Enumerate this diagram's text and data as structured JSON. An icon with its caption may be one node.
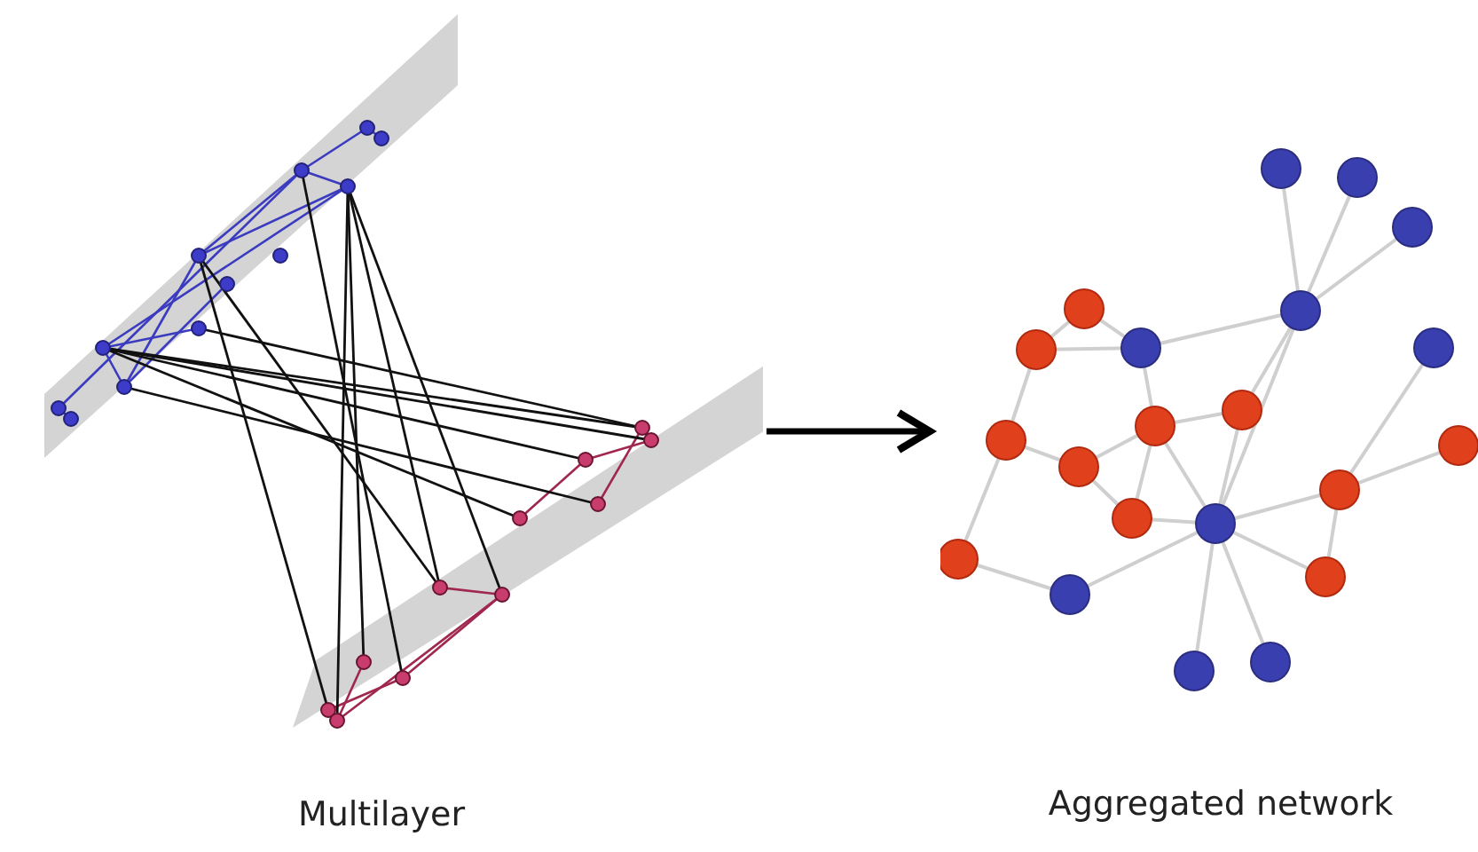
{
  "diagram": {
    "nodes": [
      {
        "text": [],
        "shape": "picture",
        "beside": [
          "Multilayer"
        ]
      },
      {
        "text": [],
        "shape": "picture",
        "beside": [
          "Aggregated network"
        ]
      }
    ],
    "edges": [
      {
        "from": 0,
        "to": 1,
        "arrow": "to"
      }
    ]
  }
}
